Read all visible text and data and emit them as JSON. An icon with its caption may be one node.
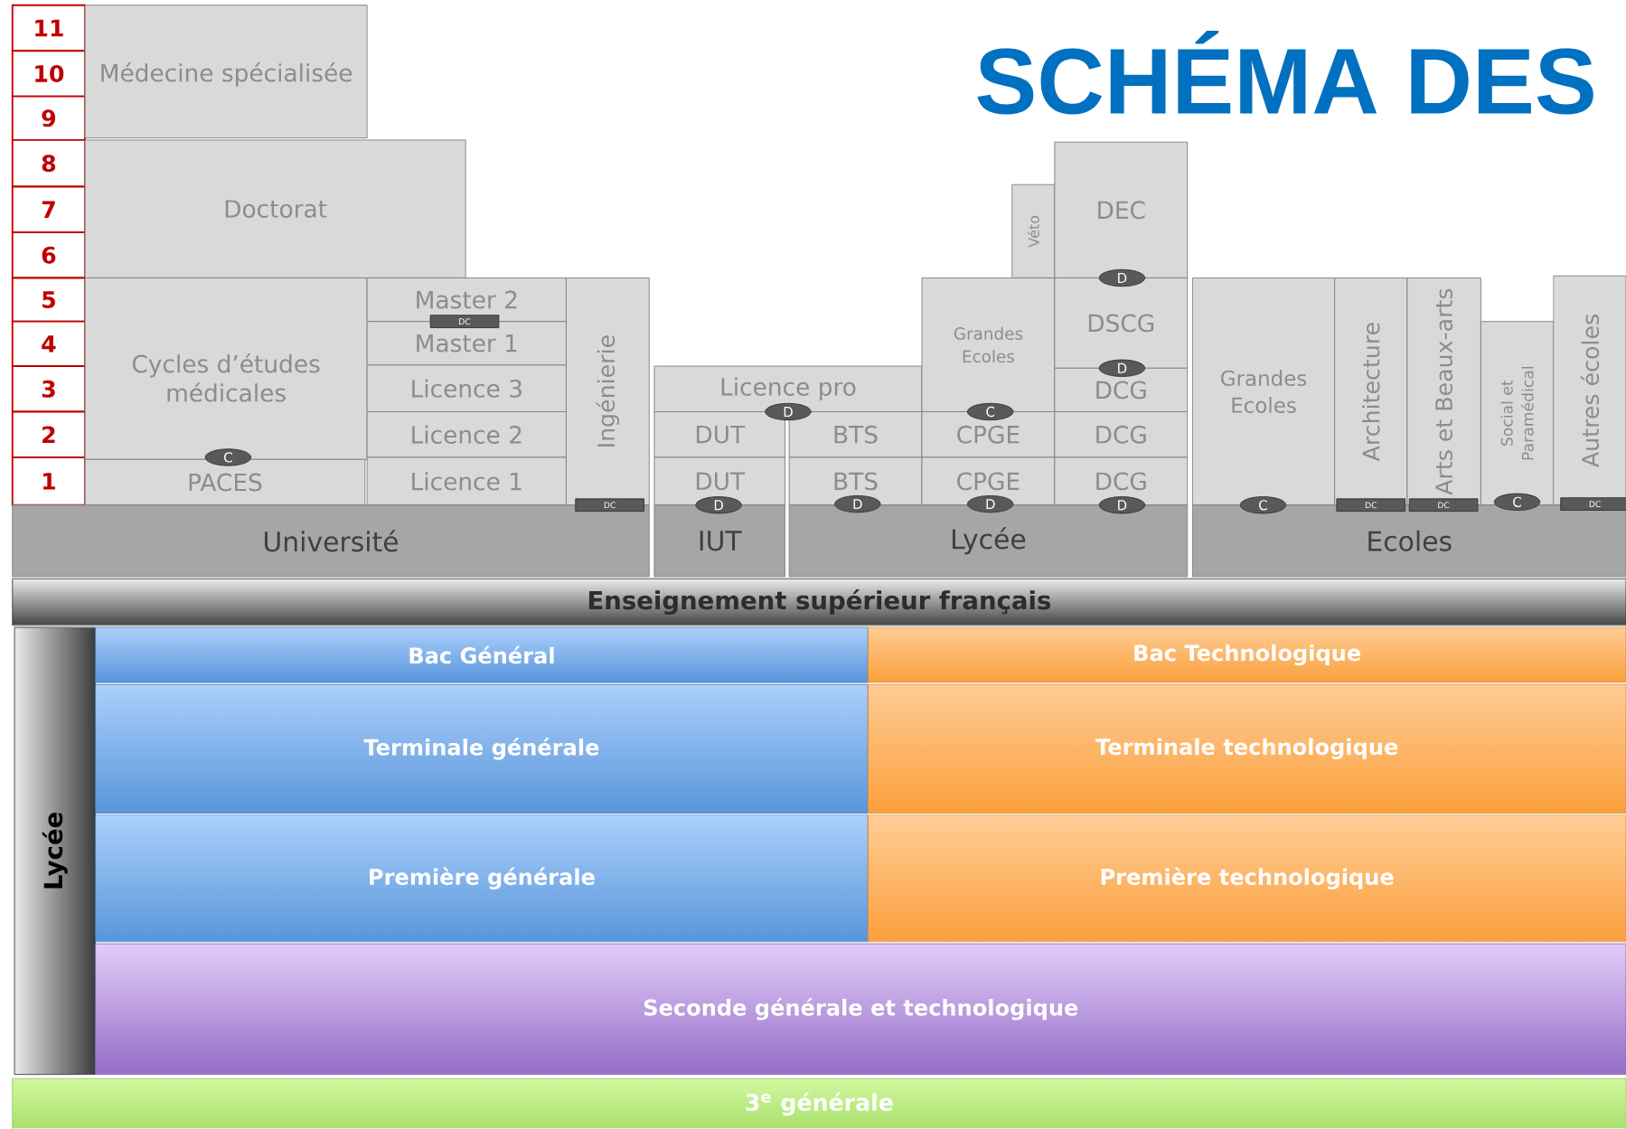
{
  "diagram": {
    "title": "SCHÉMA DES",
    "nodes": [
      {
        "text": [
          "11"
        ]
      },
      {
        "text": [
          "10"
        ]
      },
      {
        "text": [
          "9"
        ]
      },
      {
        "text": [
          "8"
        ]
      },
      {
        "text": [
          "7"
        ]
      },
      {
        "text": [
          "6"
        ]
      },
      {
        "text": [
          "5"
        ]
      },
      {
        "text": [
          "4"
        ]
      },
      {
        "text": [
          "3"
        ]
      },
      {
        "text": [
          "2"
        ]
      },
      {
        "text": [
          "1"
        ]
      },
      {
        "text": [
          "Médecine spécialisée"
        ]
      },
      {
        "text": [
          "Doctorat"
        ]
      },
      {
        "text": [
          "Cycles d’études médicales"
        ]
      },
      {
        "text": [
          "Master 2"
        ]
      },
      {
        "text": [
          "Master 1"
        ]
      },
      {
        "text": [
          "Licence 3"
        ]
      },
      {
        "text": [
          "Licence 2"
        ]
      },
      {
        "text": [
          "Licence 1"
        ]
      },
      {
        "text": [
          "PACES"
        ]
      },
      {
        "text": [
          "Ingénierie"
        ]
      },
      {
        "text": [
          "Licence pro"
        ]
      },
      {
        "text": [
          "DUT"
        ]
      },
      {
        "text": [
          "DUT"
        ]
      },
      {
        "text": [
          "BTS"
        ]
      },
      {
        "text": [
          "BTS"
        ]
      },
      {
        "text": [
          "Véto"
        ]
      },
      {
        "text": [
          "DEC"
        ]
      },
      {
        "text": [
          "Grandes Ecoles"
        ]
      },
      {
        "text": [
          "DSCG"
        ]
      },
      {
        "text": [
          "DCG"
        ]
      },
      {
        "text": [
          "CPGE"
        ]
      },
      {
        "text": [
          "DCG"
        ]
      },
      {
        "text": [
          "CPGE"
        ]
      },
      {
        "text": [
          "DCG"
        ]
      },
      {
        "text": [
          "Grandes Ecoles"
        ]
      },
      {
        "text": [
          "Architecture"
        ]
      },
      {
        "text": [
          "Arts et Beaux-arts"
        ]
      },
      {
        "text": [
          "Social et Paramédical"
        ]
      },
      {
        "text": [
          "Autres écoles"
        ]
      },
      {
        "text": [
          "Université"
        ]
      },
      {
        "text": [
          "IUT"
        ]
      },
      {
        "text": [
          "Lycée"
        ]
      },
      {
        "text": [
          "Ecoles"
        ]
      },
      {
        "text": [
          "D"
        ]
      },
      {
        "text": [
          "DC"
        ]
      },
      {
        "text": [
          "D"
        ]
      },
      {
        "text": [
          "D"
        ]
      },
      {
        "text": [
          "C"
        ]
      },
      {
        "text": [
          "C"
        ]
      },
      {
        "text": [
          "C"
        ]
      },
      {
        "text": [
          "D"
        ]
      },
      {
        "text": [
          "D"
        ]
      },
      {
        "text": [
          "DC"
        ]
      },
      {
        "text": [
          "DC"
        ]
      },
      {
        "text": [
          "D"
        ]
      },
      {
        "text": [
          "D"
        ]
      },
      {
        "text": [
          "C"
        ]
      },
      {
        "text": [
          "DC"
        ]
      },
      {
        "text": [
          "DC"
        ]
      },
      {
        "text": [
          "Enseignement supérieur français"
        ]
      },
      {
        "text": [
          "Lycée"
        ]
      },
      {
        "text": [
          "Bac Général"
        ]
      },
      {
        "text": [
          "Bac Technologique"
        ]
      },
      {
        "text": [
          "Terminale générale"
        ]
      },
      {
        "text": [
          "Terminale technologique"
        ]
      },
      {
        "text": [
          "Première générale"
        ]
      },
      {
        "text": [
          "Première technologique"
        ]
      },
      {
        "text": [
          "Seconde générale et technologique"
        ]
      },
      {
        "text": [
          "3$^{e}$ générale"
        ]
      }
    ]
  }
}
